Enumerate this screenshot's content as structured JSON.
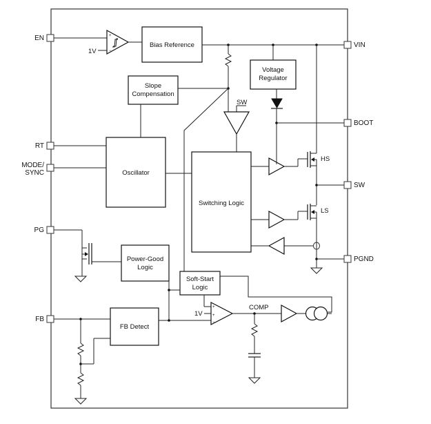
{
  "pins_left": {
    "en": "EN",
    "rt": "RT",
    "mode_line1": "MODE/",
    "mode_line2": "SYNC",
    "pg": "PG",
    "fb": "FB"
  },
  "pins_right": {
    "vin": "VIN",
    "boot": "BOOT",
    "sw": "SW",
    "pgnd": "PGND"
  },
  "blocks": {
    "bias_reference": "Bias Reference",
    "voltage_regulator_line1": "Voltage",
    "voltage_regulator_line2": "Regulator",
    "slope_comp_line1": "Slope",
    "slope_comp_line2": "Compensation",
    "oscillator": "Oscillator",
    "switching_logic": "Switching Logic",
    "power_good_line1": "Power-Good",
    "power_good_line2": "Logic",
    "soft_start_line1": "Soft-Start",
    "soft_start_line2": "Logic",
    "fb_detect": "FB Detect"
  },
  "labels": {
    "en_ref": "1V",
    "ea_ref": "1V",
    "sw_sense": "SW",
    "hs": "HS",
    "ls": "LS",
    "comp": "COMP",
    "plus": "+",
    "minus": "−"
  }
}
